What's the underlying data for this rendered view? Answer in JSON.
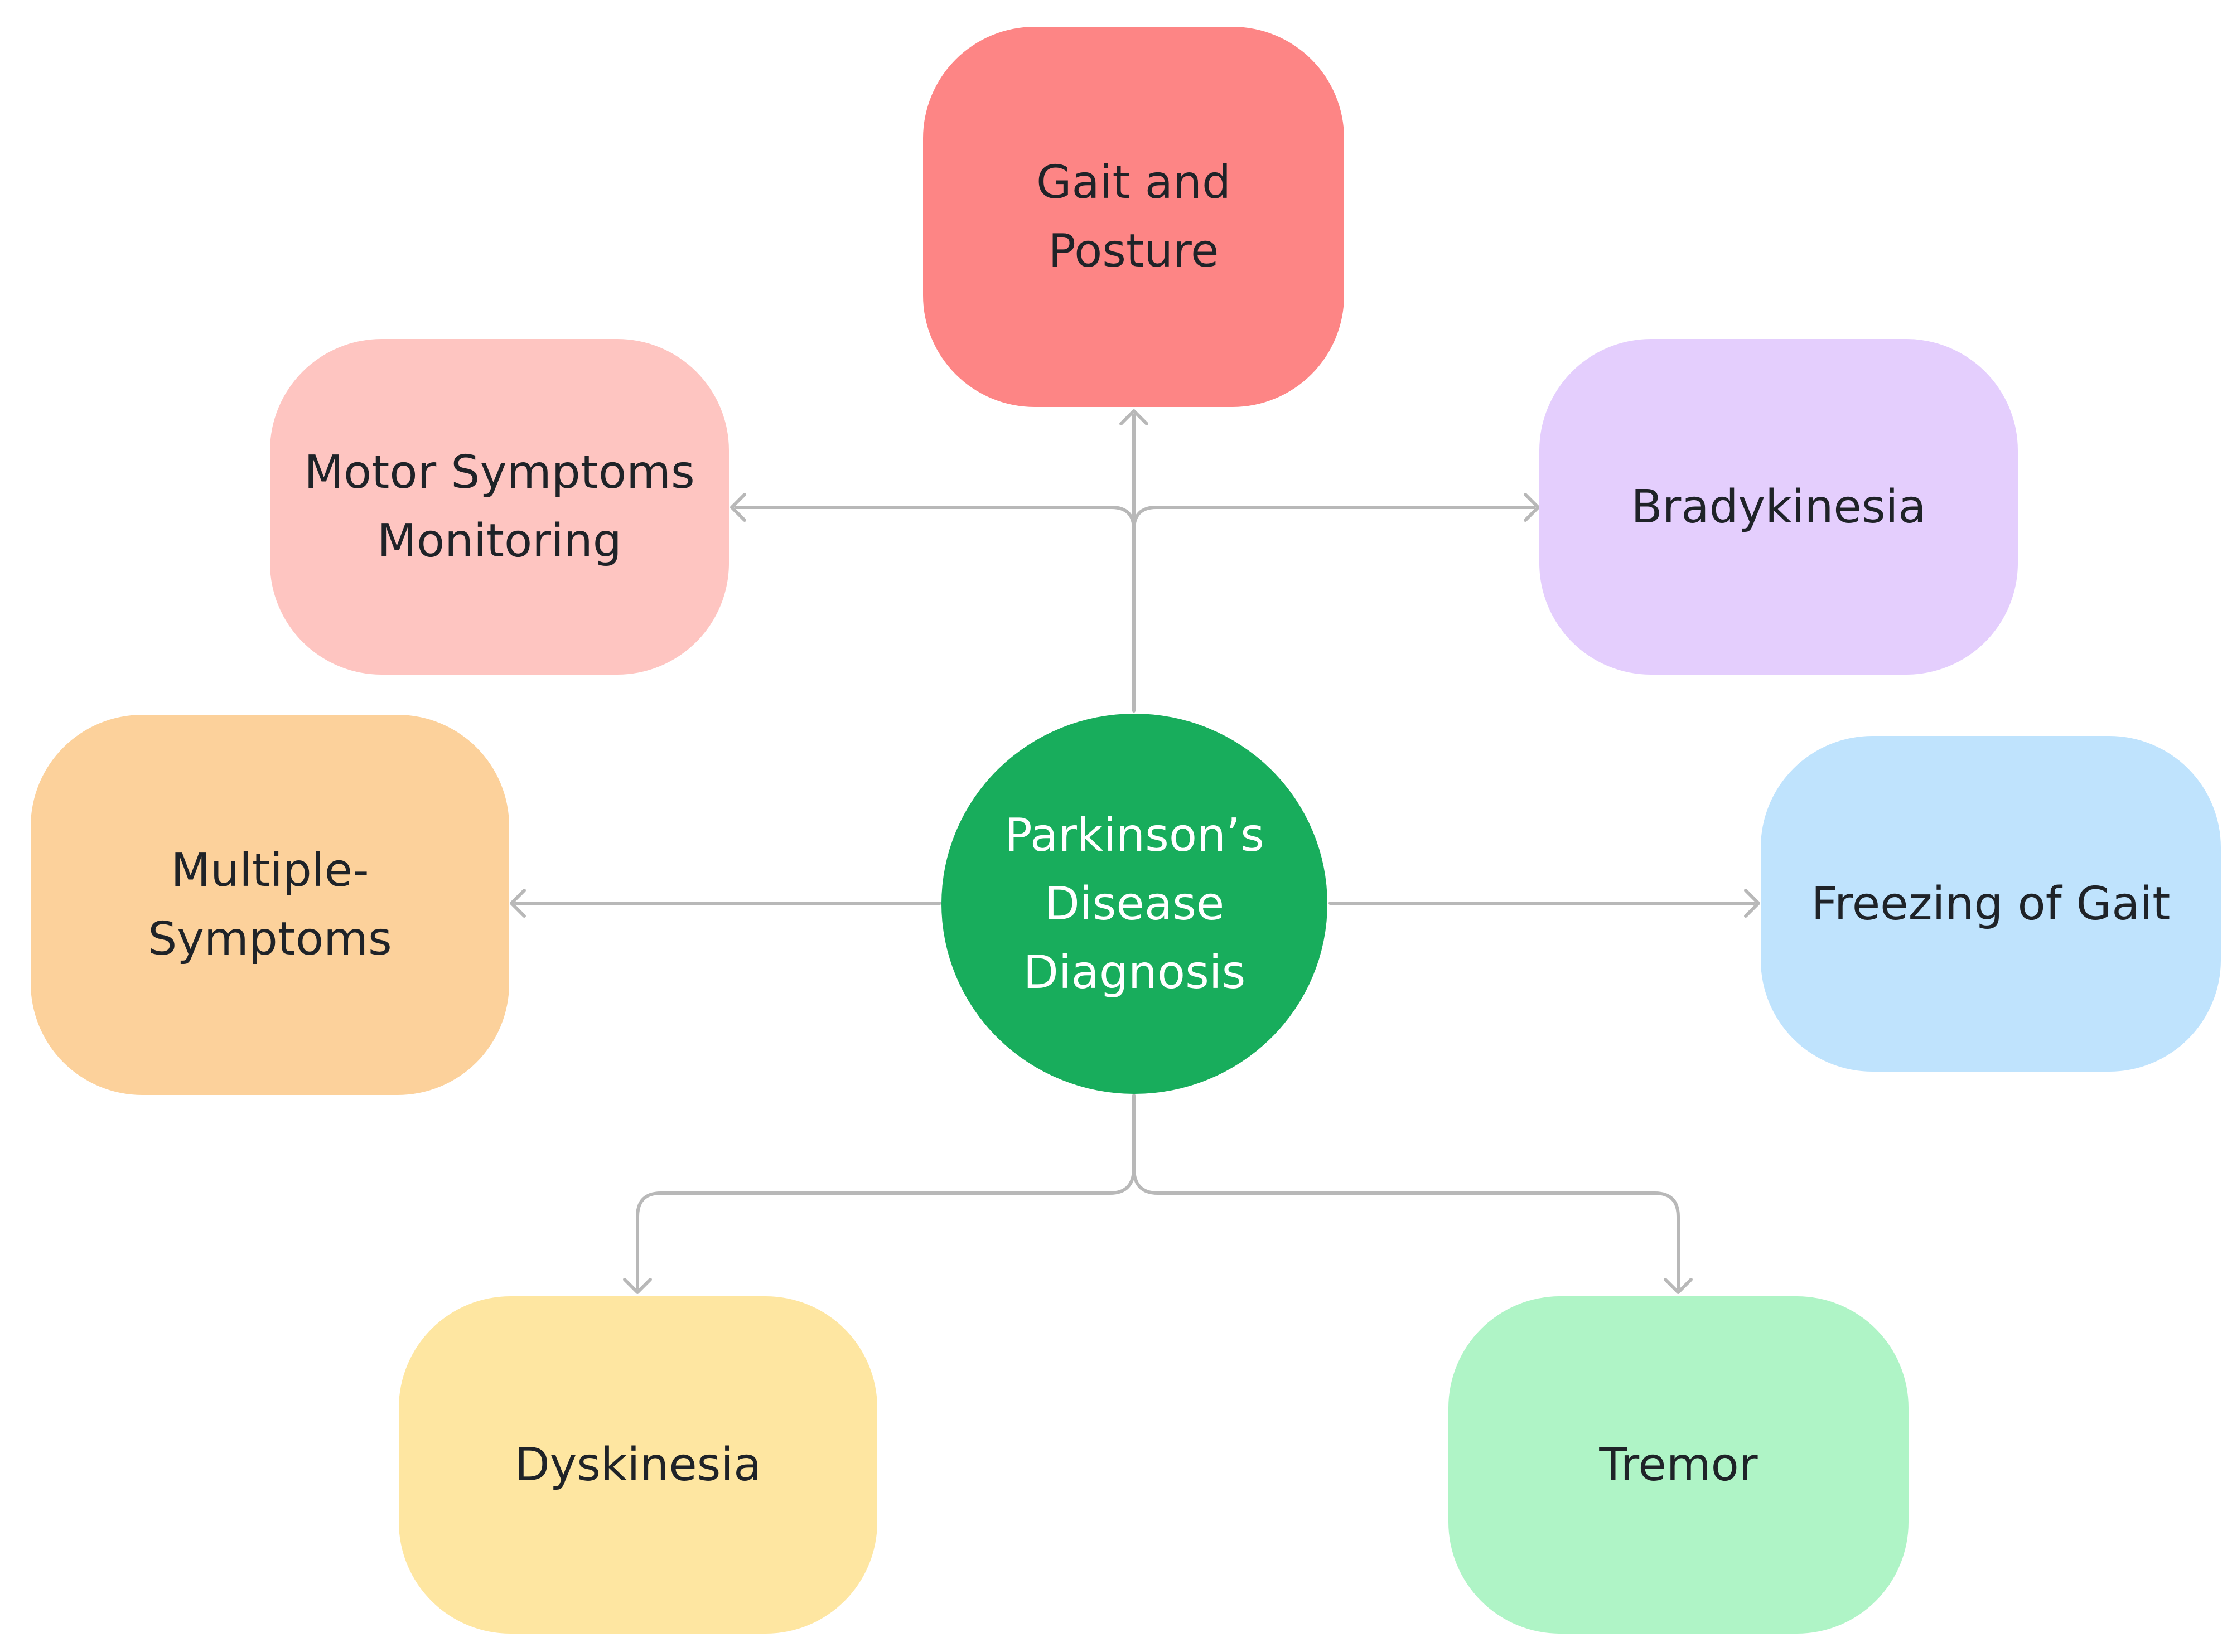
{
  "center": {
    "label": "Parkinson’s\nDisease\nDiagnosis",
    "color": "#18ad5c"
  },
  "nodes": {
    "gait_posture": {
      "label": "Gait and\nPosture",
      "color": "#fd8585"
    },
    "motor_monitoring": {
      "label": "Motor Symptoms\nMonitoring",
      "color": "#fec5c1"
    },
    "bradykinesia": {
      "label": "Bradykinesia",
      "color": "#e4cefd"
    },
    "multiple_symptoms": {
      "label": "Multiple-\nSymptoms",
      "color": "#fcd19b"
    },
    "freezing_of_gait": {
      "label": "Freezing of Gait",
      "color": "#bfe3fd"
    },
    "dyskinesia": {
      "label": "Dyskinesia",
      "color": "#fee6a1"
    },
    "tremor": {
      "label": "Tremor",
      "color": "#aff4c6"
    }
  },
  "connector_color": "#b8b8b8"
}
